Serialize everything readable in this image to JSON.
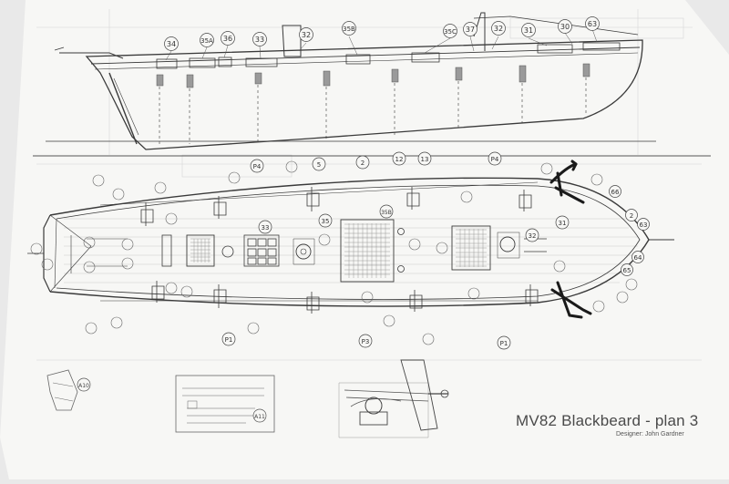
{
  "sheet": {
    "title": "MV82 Blackbeard - plan 3",
    "designer": "Designer: John Gardner"
  },
  "colors": {
    "paper": "#f7f7f5",
    "ink": "#3a3a3a",
    "faint": "#c8c8c8",
    "arrow": "#1a1a1a"
  },
  "profile_callouts": [
    "34",
    "35A",
    "36",
    "33",
    "32",
    "35B",
    "35C",
    "37",
    "32",
    "31",
    "30",
    "63"
  ],
  "deck_callouts_top": [
    "2",
    "P4",
    "5",
    "12",
    "13",
    "P4"
  ],
  "deck_callouts_center": [
    "33",
    "35",
    "35B",
    "31",
    "32"
  ],
  "deck_callouts_bottom": [
    "P1",
    "P3",
    "P1"
  ],
  "bow_callouts": [
    "2",
    "63",
    "64",
    "65",
    "66"
  ],
  "detail_callouts": [
    "A10",
    "A11"
  ]
}
